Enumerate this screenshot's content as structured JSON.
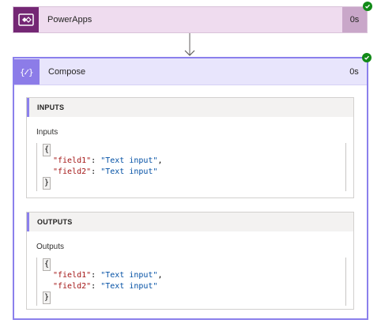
{
  "trigger": {
    "title": "PowerApps",
    "duration": "0s",
    "icon": "powerapps-icon",
    "status": "succeeded",
    "brand_color": "#742774",
    "bg_color": "#efdcef"
  },
  "compose": {
    "title": "Compose",
    "duration": "0s",
    "icon": "compose-icon",
    "status": "succeeded",
    "accent_color": "#8b80ec",
    "inputs": {
      "section_title": "INPUTS",
      "field_label": "Inputs",
      "code": {
        "open": "{",
        "close": "}",
        "line1_key": "\"field1\"",
        "line1_val": "\"Text input\"",
        "line2_key": "\"field2\"",
        "line2_val": "\"Text input\""
      }
    },
    "outputs": {
      "section_title": "OUTPUTS",
      "field_label": "Outputs",
      "code": {
        "open": "{",
        "close": "}",
        "line1_key": "\"field1\"",
        "line1_val": "\"Text input\"",
        "line2_key": "\"field2\"",
        "line2_val": "\"Text input\""
      }
    }
  }
}
